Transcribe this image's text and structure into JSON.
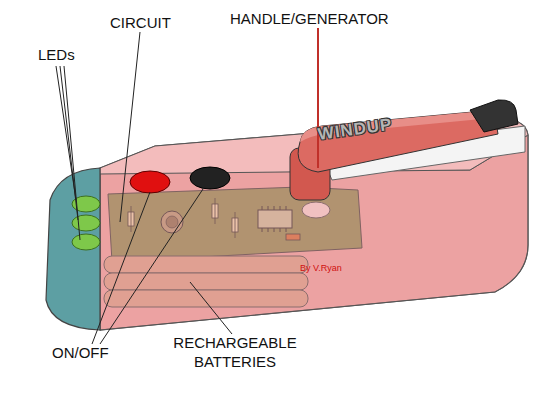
{
  "diagram": {
    "labels": [
      "HANDLE/GENERATOR",
      "CIRCUIT",
      "LEDs",
      "WINDUP",
      "By V.Ryan",
      "ON/OFF",
      "RECHARGEABLE BATTERIES"
    ]
  }
}
